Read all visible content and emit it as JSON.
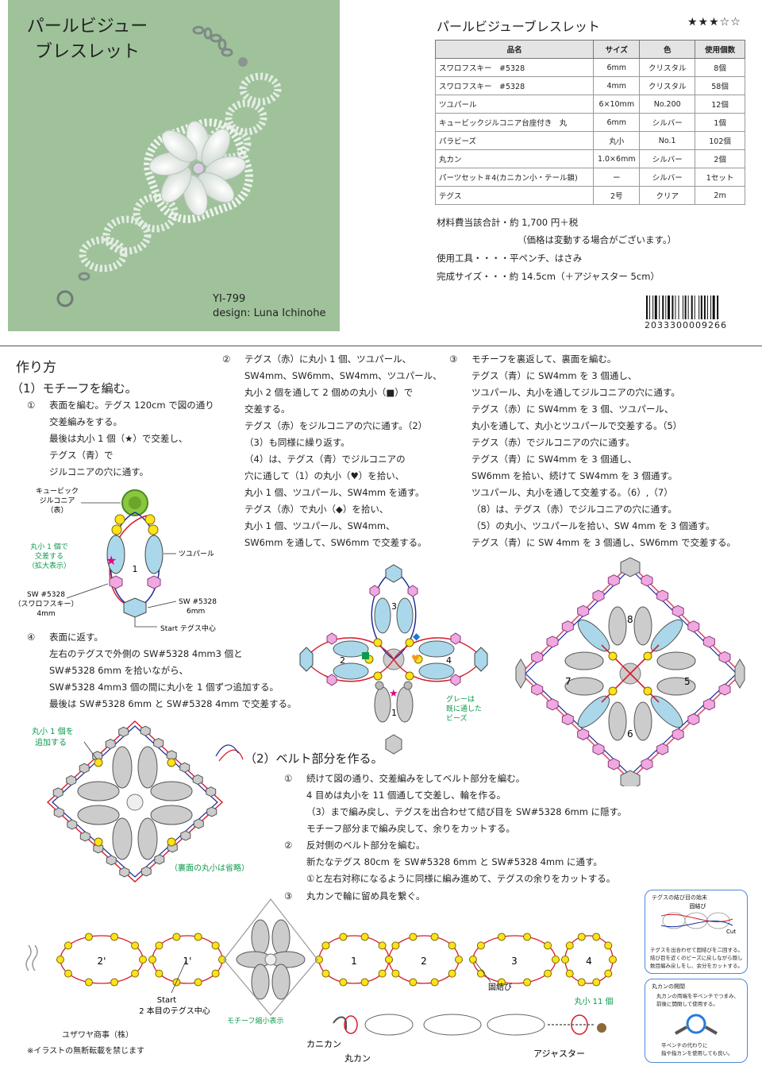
{
  "photo": {
    "title_line1": "パールビジュー",
    "title_line2": "ブレスレット",
    "code": "YI-799",
    "designer": "design: Luna Ichinohe"
  },
  "product": {
    "title": "パールビジューブレスレット",
    "difficulty_stars": "★★★☆☆"
  },
  "materials": {
    "headers": [
      "品名",
      "サイズ",
      "色",
      "使用個数"
    ],
    "rows": [
      [
        "スワロフスキー　#5328",
        "6mm",
        "クリスタル",
        "8個"
      ],
      [
        "スワロフスキー　#5328",
        "4mm",
        "クリスタル",
        "58個"
      ],
      [
        "ツユパール",
        "6×10mm",
        "No.200",
        "12個"
      ],
      [
        "キュービックジルコニア台座付き　丸",
        "6mm",
        "シルバー",
        "1個"
      ],
      [
        "パラビーズ",
        "丸小",
        "No.1",
        "102個"
      ],
      [
        "丸カン",
        "1.0×6mm",
        "シルバー",
        "2個"
      ],
      [
        "パーツセット＃4(カニカン小・テール鎖)",
        "ー",
        "シルバー",
        "1セット"
      ],
      [
        "テグス",
        "2号",
        "クリア",
        "2m"
      ]
    ]
  },
  "info": {
    "cost": "材料費当該合計・約 1,700 円＋税",
    "cost_note": "（価格は変動する場合がございます。）",
    "tools": "使用工具・・・・平ペンチ、はさみ",
    "size": "完成サイズ・・・約 14.5cm（＋アジャスター 5cm）"
  },
  "barcode_number": "2033300009266",
  "steps": {
    "heading": "作り方",
    "section1": "（1）モチーフを編む。",
    "s1_num": "①",
    "s1_lines": [
      "表面を編む。テグス 120cm で図の通り",
      "交差編みをする。",
      "最後は丸小 1 個（★）で交差し、",
      "テグス（青）で",
      "ジルコニアの穴に通す。"
    ],
    "s2_num": "②",
    "s2_lines": [
      "テグス（赤）に丸小 1 個、ツユパール、",
      "SW4mm、SW6mm、SW4mm、ツユパール、",
      "丸小 2 個を通して 2 個めの丸小（■）で",
      "交差する。",
      "テグス（赤）をジルコニアの穴に通す。（2）",
      "（3）も同様に繰り返す。",
      "（4）は、テグス（青）でジルコニアの",
      "穴に通して（1）の丸小（♥）を拾い、",
      "丸小 1 個、ツユパール、SW4mm を通す。",
      "テグス（赤）で丸小（◆）を拾い、",
      "丸小 1 個、ツユパール、SW4mm、",
      "SW6mm を通して、SW6mm で交差する。"
    ],
    "s3_num": "③",
    "s3_lines": [
      "モチーフを裏返して、裏面を編む。",
      "テグス（青）に SW4mm を 3 個通し、",
      "ツユパール、丸小を通してジルコニアの穴に通す。",
      "テグス（赤）に SW4mm を 3 個、ツユパール、",
      "丸小を通して、丸小とツユパールで交差する。（5）",
      "テグス（赤）でジルコニアの穴に通す。",
      "テグス（青）に SW4mm を 3 個通し、",
      "SW6mm を拾い、続けて SW4mm を 3 個通す。",
      "ツユパール、丸小を通して交差する。（6）,（7）",
      "（8）は、テグス（赤）でジルコニアの穴に通す。",
      "（5）の丸小、ツユパールを拾い、SW 4mm を 3 個通す。",
      "テグス（青）に SW 4mm を 3 個通し、SW6mm で交差する。"
    ],
    "s4_num": "④",
    "s4_lines": [
      "表面に返す。",
      "左右のテグスで外側の SW#5328 4mm3 個と",
      "SW#5328 6mm を拾いながら、",
      "SW#5328 4mm3 個の間に丸小を 1 個ずつ追加する。",
      "最後は SW#5328 6mm と SW#5328 4mm で交差する。"
    ],
    "section2": "（2）ベルト部分を作る。",
    "b1_num": "①",
    "b1_lines": [
      "続けて図の通り、交差編みをしてベルト部分を編む。",
      "4 目めは丸小を 11 個通して交差し、輪を作る。",
      "（3）まで編み戻し、テグスを出合わせて結び目を SW#5328 6mm に隠す。",
      "モチーフ部分まで編み戻して、余りをカットする。"
    ],
    "b2_num": "②",
    "b2_lines": [
      "反対側のベルト部分を編む。",
      "新たなテグス 80cm を SW#5328 6mm と SW#5328 4mm に通す。",
      "①と左右対称になるように同様に編み進めて、テグスの余りをカットする。"
    ],
    "b3_num": "③",
    "b3_text": "丸カンで輪に留め具を繋ぐ。"
  },
  "diagram1": {
    "zirconia": "キュービック",
    "zirconia2": "ジルコニア",
    "zirconia3": "（表）",
    "cross_note1": "丸小 1 個で",
    "cross_note2": "交差する",
    "cross_note3": "（拡大表示）",
    "tsuyu": "ツユパール",
    "sw_left1": "SW #5328",
    "sw_left2": "（スワロフスキー）",
    "sw_left3": "4mm",
    "sw_right1": "SW #5328",
    "sw_right2": "6mm",
    "start": "Start テグス中心",
    "n1": "1"
  },
  "diagram2": {
    "n1": "1",
    "n2": "2",
    "n3": "3",
    "n4": "4",
    "gray1": "グレーは",
    "gray2": "既に通した",
    "gray3": "ビーズ"
  },
  "diagram3": {
    "n5": "5",
    "n6": "6",
    "n7": "7",
    "n8": "8"
  },
  "diagram4": {
    "add1": "丸小 1 個を",
    "add2": "追加する",
    "omit": "（裏面の丸小は省略）"
  },
  "belt": {
    "labels": [
      "2'",
      "1'",
      "1",
      "2",
      "3",
      "4"
    ],
    "start1": "Start",
    "start2": "2 本目のテグス中心",
    "motif": "モチーフ縮小表示",
    "knot": "固結び",
    "maru11": "丸小 11 個"
  },
  "clasp": {
    "kanikan": "カニカン",
    "marukan": "丸カン",
    "adjuster": "アジャスター"
  },
  "tip1": {
    "title": "テグスの結び目の始末",
    "knot": "固結び",
    "cut": "Cut",
    "line1": "テグスを出合わせて固結びを二回する。",
    "line2": "結び目を近くのビーズに戻しながら隠し",
    "line3": "数目編み戻しをし、余分をカットする。"
  },
  "tip2": {
    "title": "丸カンの開閉",
    "line1": "丸カンの両端を平ペンチでつまみ、",
    "line2": "前後に開閉して使用する。",
    "line3": "平ペンチの代わりに",
    "line4": "指や指カンを使用しても良い。"
  },
  "footer": {
    "company": "ユザワヤ商事（株）",
    "notice": "※イラストの無断転載を禁じます"
  }
}
